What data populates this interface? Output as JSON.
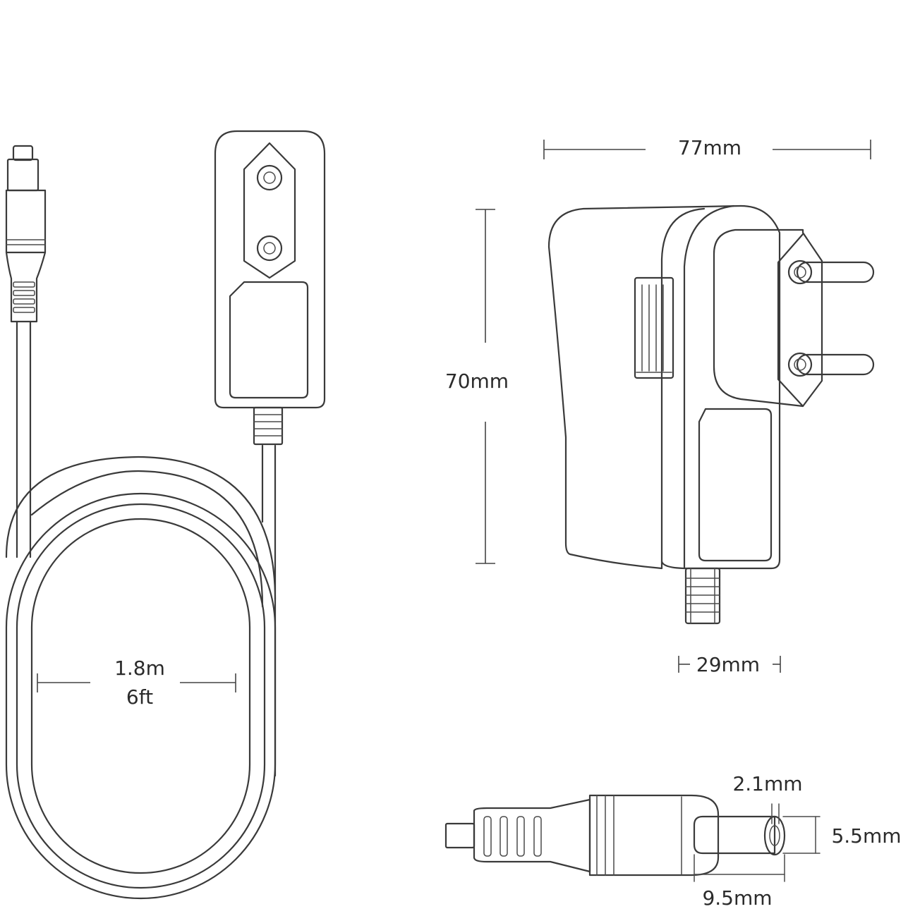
{
  "dimensions": {
    "cable_length_m": "1.8m",
    "cable_length_ft": "6ft",
    "width": "77mm",
    "height": "70mm",
    "depth": "29mm",
    "inner_diameter": "2.1mm",
    "outer_diameter": "5.5mm",
    "plug_length": "9.5mm"
  }
}
